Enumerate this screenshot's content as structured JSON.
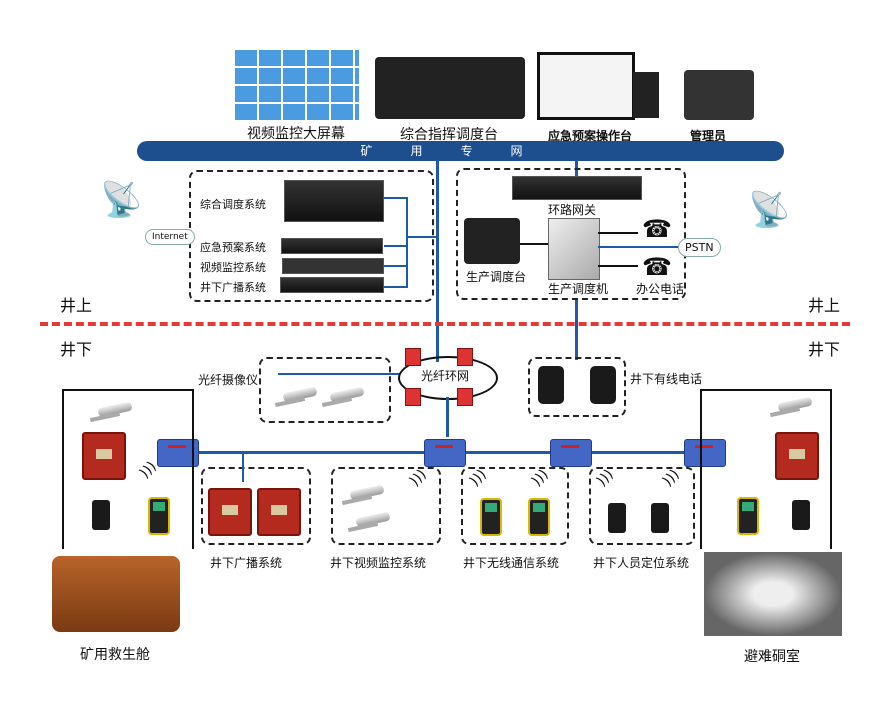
{
  "top": {
    "video_wall": "视频监控大屏幕",
    "dispatch_console": "综合指挥调度台",
    "emergency_console": "应急预案操作台",
    "admin": "管理员"
  },
  "bus": {
    "label": "矿用专网"
  },
  "left_box": {
    "items": [
      "综合调度系统",
      "应急预案系统",
      "视频监控系统",
      "井下广播系统"
    ]
  },
  "right_box": {
    "gateway": "环路网关",
    "prod_console": "生产调度台",
    "prod_switch": "生产调度机",
    "office_phone": "办公电话"
  },
  "clouds": {
    "internet": "Internet",
    "pstn": "PSTN"
  },
  "divider": {
    "above_left": "井上",
    "above_right": "井上",
    "below_left": "井下",
    "below_right": "井下",
    "color": "#e53935"
  },
  "underground": {
    "fiber_camera": "光纤摄像仪",
    "fiber_ring": "光纤环网",
    "wired_phone": "井下有线电话",
    "systems": [
      "井下广播系统",
      "井下视频监控系统",
      "井下无线通信系统",
      "井下人员定位系统"
    ],
    "rescue_capsule": "矿用救生舱",
    "refuge_chamber": "避难硐室"
  },
  "colors": {
    "bus": "#1d4f8f",
    "line": "#1f5aa6"
  }
}
